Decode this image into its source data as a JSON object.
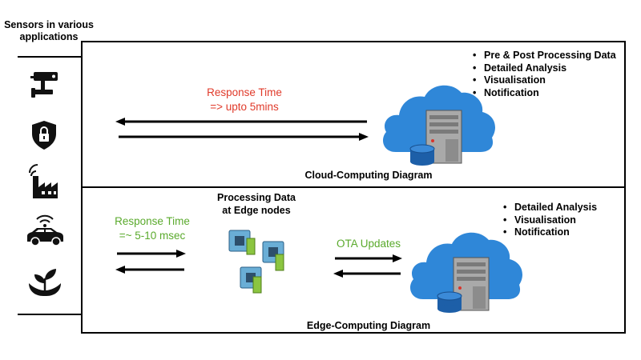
{
  "sidebar": {
    "title": "Sensors in various applications",
    "sensors": [
      {
        "icon": "cctv-camera-icon"
      },
      {
        "icon": "security-shield-icon"
      },
      {
        "icon": "smart-factory-icon"
      },
      {
        "icon": "connected-car-icon"
      },
      {
        "icon": "agriculture-plant-icon"
      }
    ]
  },
  "cloud_panel": {
    "caption": "Cloud-Computing Diagram",
    "response_label": "Response Time",
    "response_value": "=> upto 5mins",
    "bullets": [
      "Pre & Post Processing Data",
      "Detailed Analysis",
      "Visualisation",
      "Notification"
    ]
  },
  "edge_panel": {
    "caption": "Edge-Computing Diagram",
    "response_label": "Response Time",
    "response_value": "=~ 5-10 msec",
    "processing_title_1": "Processing Data",
    "processing_title_2": "at Edge nodes",
    "ota_label": "OTA Updates",
    "bullets": [
      "Detailed Analysis",
      "Visualisation",
      "Notification"
    ]
  },
  "colors": {
    "response_cloud": "#e03a2a",
    "response_edge": "#5aaa2c",
    "cloud": "#2f87d8",
    "border": "#000000"
  }
}
